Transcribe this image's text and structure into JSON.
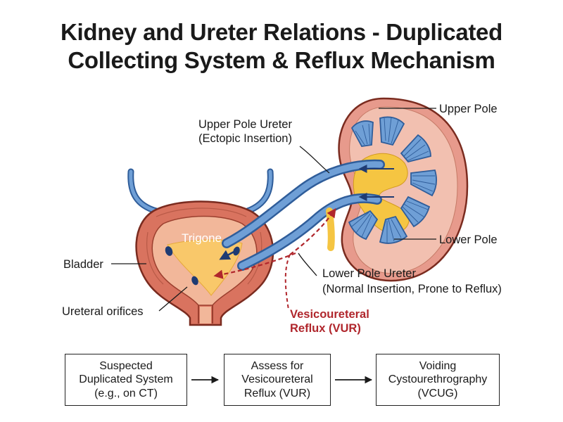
{
  "title": {
    "line1": "Kidney and Ureter Relations - Duplicated",
    "line2": "Collecting System & Reflux Mechanism"
  },
  "labels": {
    "upper_pole": "Upper Pole",
    "lower_pole": "Lower Pole",
    "upper_ureter_line1": "Upper Pole Ureter",
    "upper_ureter_line2": "(Ectopic Insertion)",
    "lower_ureter_line1": "Lower Pole Ureter",
    "lower_ureter_line2": "(Normal Insertion, Prone to Reflux)",
    "bladder": "Bladder",
    "trigone": "Trigone",
    "ureteral_orifices": "Ureteral orifices",
    "vur_line1": "Vesicoureteral",
    "vur_line2": "Reflux (VUR)"
  },
  "flow": [
    {
      "lines": [
        "Suspected",
        "Duplicated System",
        "(e.g., on CT)"
      ]
    },
    {
      "lines": [
        "Assess for",
        "Vesicoureteral",
        "Reflux (VUR)"
      ]
    },
    {
      "lines": [
        "Voiding",
        "Cystourethrography",
        "(VCUG)"
      ]
    }
  ],
  "colors": {
    "kidney_outer": "#e79a8c",
    "kidney_cortex": "#f2c0b0",
    "calyx_blue": "#6f9fd6",
    "pelvis_yellow": "#f5c542",
    "bladder_wall": "#d9735f",
    "bladder_inner": "#f2b79a",
    "trigone": "#f9c86a",
    "reflux_red": "#b0262c"
  }
}
